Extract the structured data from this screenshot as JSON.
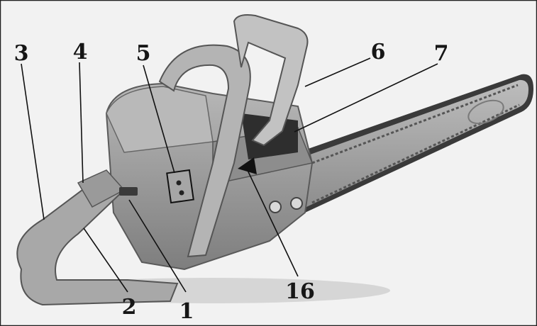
{
  "callouts": {
    "c1": "1",
    "c2": "2",
    "c3": "3",
    "c4": "4",
    "c5": "5",
    "c6": "6",
    "c7": "7",
    "c16": "16"
  },
  "colors": {
    "background": "#f2f2f2",
    "body": "#9e9e9e",
    "body_dark": "#6c6c6c",
    "handle": "#b4b4b4",
    "chain": "#3a3a3a",
    "bar": "#a9a9a9",
    "label": "#161616"
  }
}
